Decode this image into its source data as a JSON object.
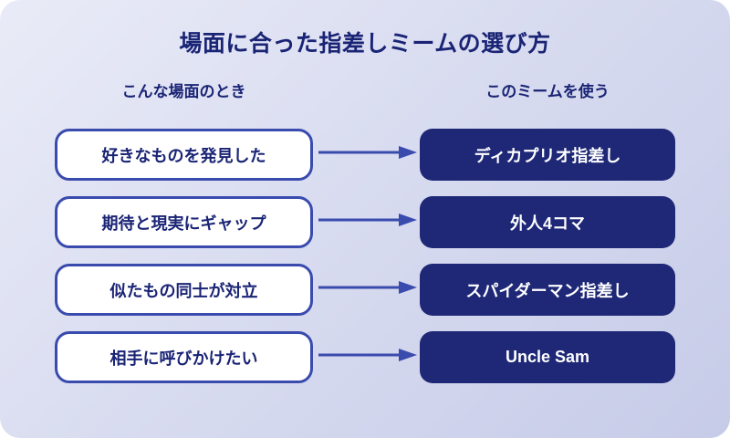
{
  "title": "場面に合った指差しミームの選び方",
  "columns": {
    "left_header": "こんな場面のとき",
    "right_header": "このミームを使う"
  },
  "rows": [
    {
      "situation": "好きなものを発見した",
      "meme": "ディカプリオ指差し"
    },
    {
      "situation": "期待と現実にギャップ",
      "meme": "外人4コマ"
    },
    {
      "situation": "似たもの同士が対立",
      "meme": "スパイダーマン指差し"
    },
    {
      "situation": "相手に呼びかけたい",
      "meme": "Uncle Sam"
    }
  ],
  "icons": {
    "arrow": "right-arrow-icon"
  },
  "colors": {
    "background_start": "#e9ebf7",
    "background_end": "#c6cbe8",
    "navy": "#1e2877",
    "accent_blue": "#3a4bae",
    "title_text": "#1a2475",
    "box_text": "#ffffff"
  }
}
